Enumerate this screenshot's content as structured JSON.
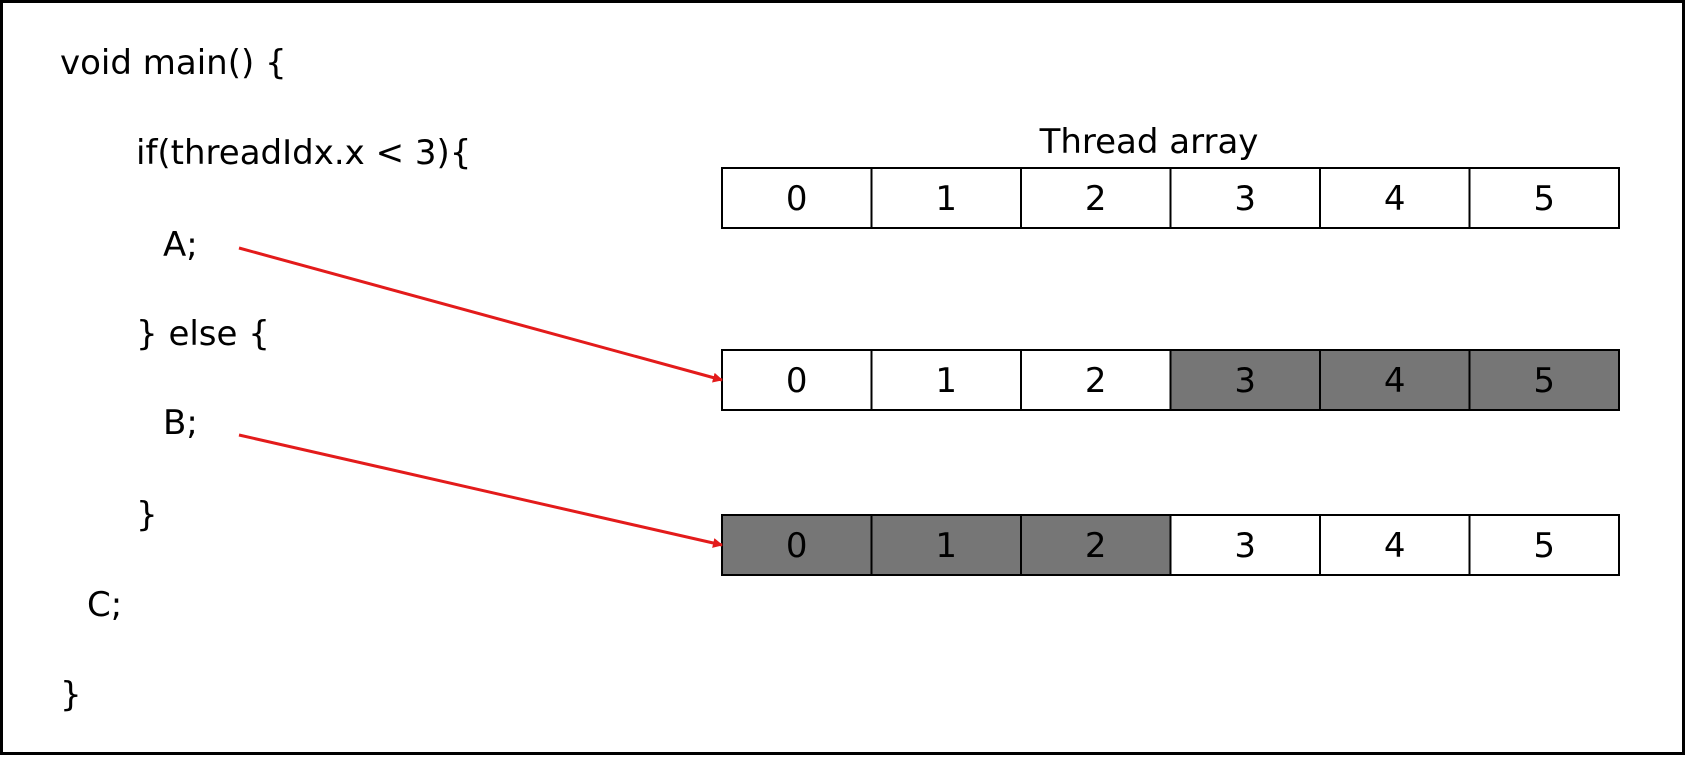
{
  "code": {
    "lines": [
      "void main() {",
      "if(threadIdx.x < 3){",
      "A;",
      "} else {",
      "B;",
      "}",
      "C;",
      "}"
    ]
  },
  "thread_array": {
    "title": "Thread array",
    "cells": [
      "0",
      "1",
      "2",
      "3",
      "4",
      "5"
    ],
    "rows": [
      {
        "name": "all-threads",
        "highlighted": [
          false,
          false,
          false,
          false,
          false,
          false
        ]
      },
      {
        "name": "branch-a",
        "highlighted": [
          false,
          false,
          false,
          true,
          true,
          true
        ]
      },
      {
        "name": "branch-b",
        "highlighted": [
          true,
          true,
          true,
          false,
          false,
          false
        ]
      }
    ]
  },
  "arrows": [
    {
      "from": "A;",
      "to_row": "branch-a"
    },
    {
      "from": "B;",
      "to_row": "branch-b"
    }
  ],
  "colors": {
    "cell_fill": "#ffffff",
    "highlight_fill": "#767676",
    "cell_border": "#000000",
    "arrow": "#e31b1b",
    "frame": "#000000"
  }
}
